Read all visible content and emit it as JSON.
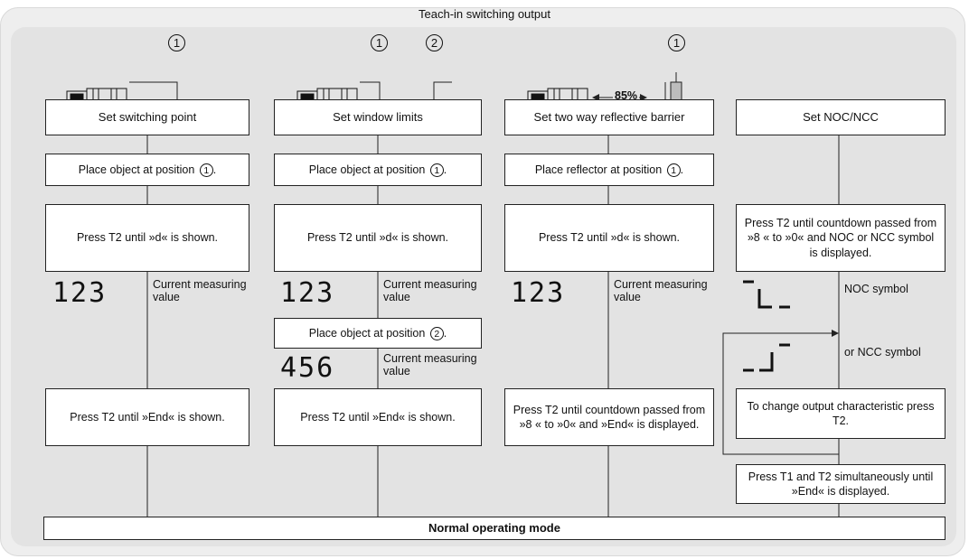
{
  "title": "Teach-in switching output",
  "columns": [
    {
      "heading": "Set switching point",
      "step1": "Place object at position",
      "step1_num": "1",
      "press": "Press T2 until »d« is shown.",
      "display": "123",
      "display_label": "Current measuring value",
      "end": "Press T2 until »End« is shown."
    },
    {
      "heading": "Set window limits",
      "step1": "Place object at position",
      "step1_num": "1",
      "press": "Press T2 until »d« is shown.",
      "display": "123",
      "display_label": "Current measuring value",
      "step2": "Place object at position",
      "step2_num": "2",
      "display2": "456",
      "display2_label": "Current measuring value",
      "end": "Press T2 until »End« is shown."
    },
    {
      "heading": "Set two way reflective barrier",
      "step1": "Place reflector at position",
      "step1_num": "1",
      "press": "Press T2 until »d« is shown.",
      "display": "123",
      "display_label": "Current measuring value",
      "end": "Press T2 until countdown passed from »8 « to »0« and »End« is displayed.",
      "distance_label": "85%"
    },
    {
      "heading": "Set NOC/NCC",
      "press": "Press T2 until countdown passed from »8 « to »0« and NOC or NCC symbol is displayed.",
      "noc_symbol_label": "NOC symbol",
      "ncc_symbol_label": "or NCC symbol",
      "change": "To change output characteristic press T2.",
      "end": "Press T1 and T2 simultaneously until »End« is displayed."
    }
  ],
  "footer": "Normal operating mode",
  "marker_1": "1",
  "marker_2": "2"
}
